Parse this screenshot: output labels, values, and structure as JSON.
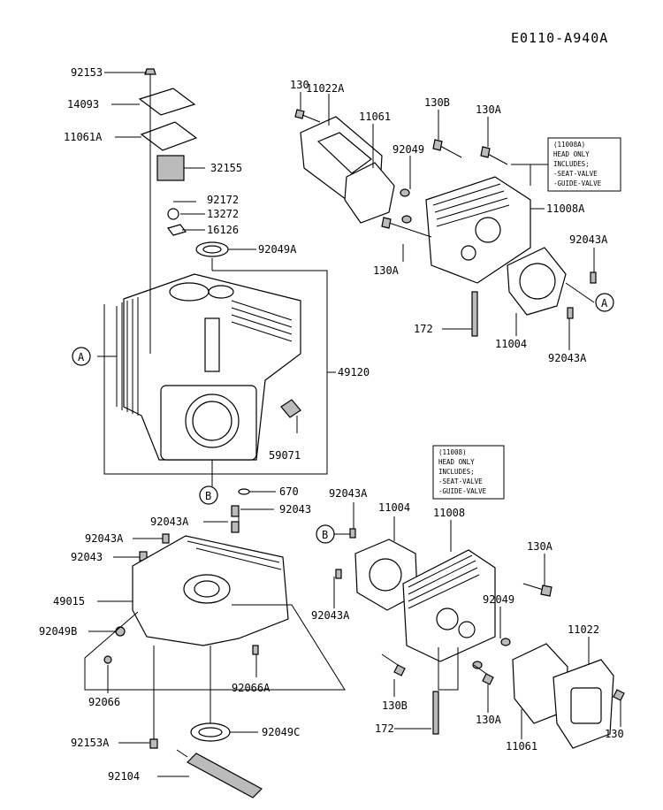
{
  "diagram_code": "E0110-A940A",
  "callouts": {
    "A": "A",
    "B": "B"
  },
  "notes": {
    "upper": [
      "(11008A)",
      "HEAD ONLY",
      "INCLUDES;",
      "-SEAT-VALVE",
      "-GUIDE-VALVE"
    ],
    "lower": [
      "(11008)",
      "HEAD ONLY",
      "INCLUDES;",
      "-SEAT-VALVE",
      "-GUIDE-VALVE"
    ]
  },
  "labels": {
    "l_92153": "92153",
    "l_14093": "14093",
    "l_11061A": "11061A",
    "l_32155": "32155",
    "l_92172": "92172",
    "l_13272": "13272",
    "l_16126": "16126",
    "l_92049A": "92049A",
    "l_49120": "49120",
    "l_59071": "59071",
    "l_670": "670",
    "l_130_top": "130",
    "l_11022A": "11022A",
    "l_11061_top": "11061",
    "l_130B_top": "130B",
    "l_130A_top": "130A",
    "l_92049_top": "92049",
    "l_11008A": "11008A",
    "l_92043A_r1": "92043A",
    "l_130A_mid": "130A",
    "l_172_top": "172",
    "l_11004_top": "11004",
    "l_92043A_r2": "92043A",
    "l_92043A_c1": "92043A",
    "l_92043_c": "92043",
    "l_92043A_l": "92043A",
    "l_92043_l": "92043",
    "l_49015": "49015",
    "l_92049B": "92049B",
    "l_92066": "92066",
    "l_92066A": "92066A",
    "l_92153A": "92153A",
    "l_92049C": "92049C",
    "l_92104": "92104",
    "l_92043A_b1": "92043A",
    "l_11004_bot": "11004",
    "l_11008": "11008",
    "l_130A_b1": "130A",
    "l_92049_bot": "92049",
    "l_11022": "11022",
    "l_92043A_b2": "92043A",
    "l_130B_bot": "130B",
    "l_130A_b2": "130A",
    "l_172_bot": "172",
    "l_11061_bot": "11061",
    "l_130_bot": "130"
  }
}
